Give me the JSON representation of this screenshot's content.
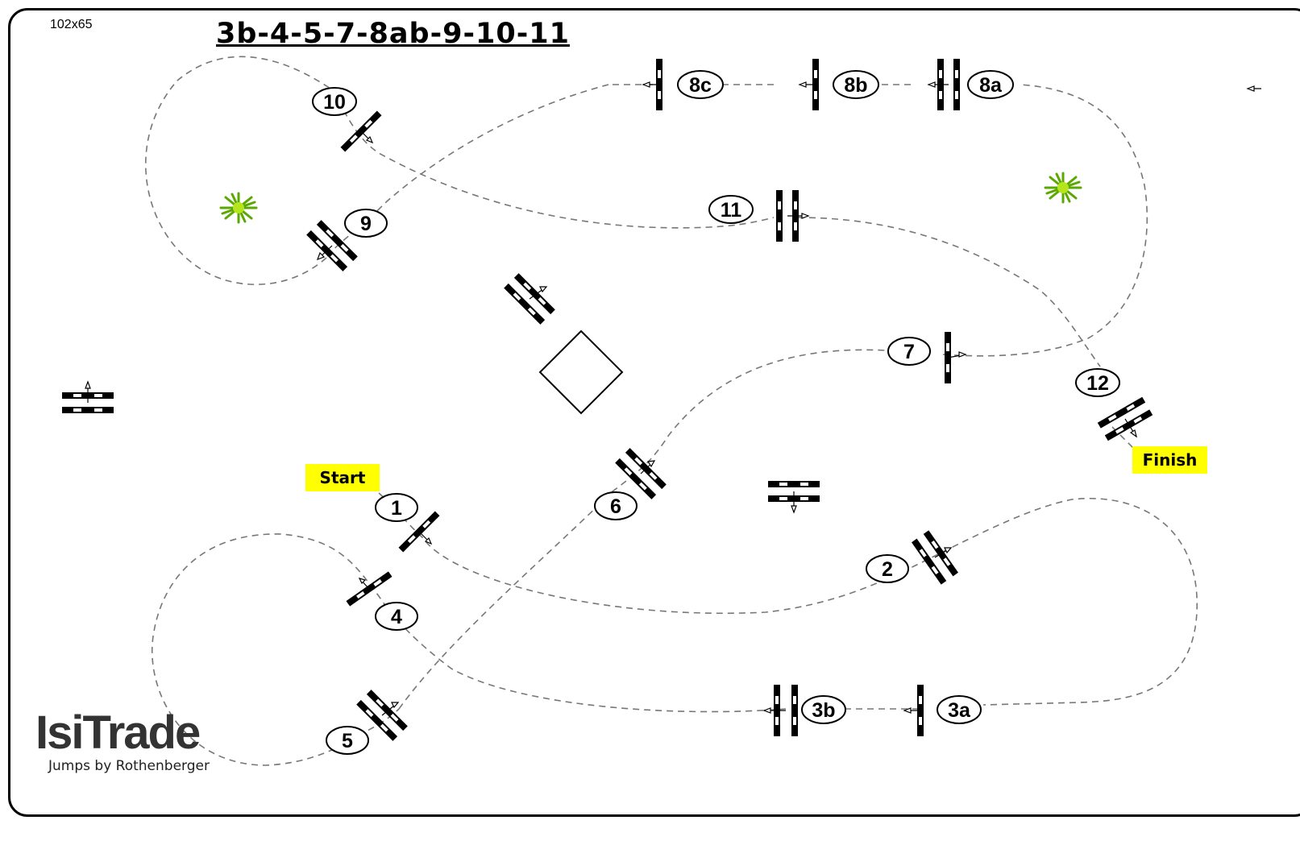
{
  "header": {
    "arena_size": "102x65",
    "course_title": "3b-4-5-7-8ab-9-10-11"
  },
  "markers": {
    "start": "Start",
    "finish": "Finish"
  },
  "obstacle_labels": [
    "1",
    "2",
    "3a",
    "3b",
    "4",
    "5",
    "6",
    "7",
    "8a",
    "8b",
    "8c",
    "9",
    "10",
    "11",
    "12"
  ],
  "logo": {
    "brand_name": "IsiTrade",
    "tagline": "Jumps by Rothenberger",
    "accent_color": "#d40000"
  },
  "colors": {
    "path": "#777777",
    "tag_background": "#ffff00",
    "plant": "#7ed321"
  }
}
